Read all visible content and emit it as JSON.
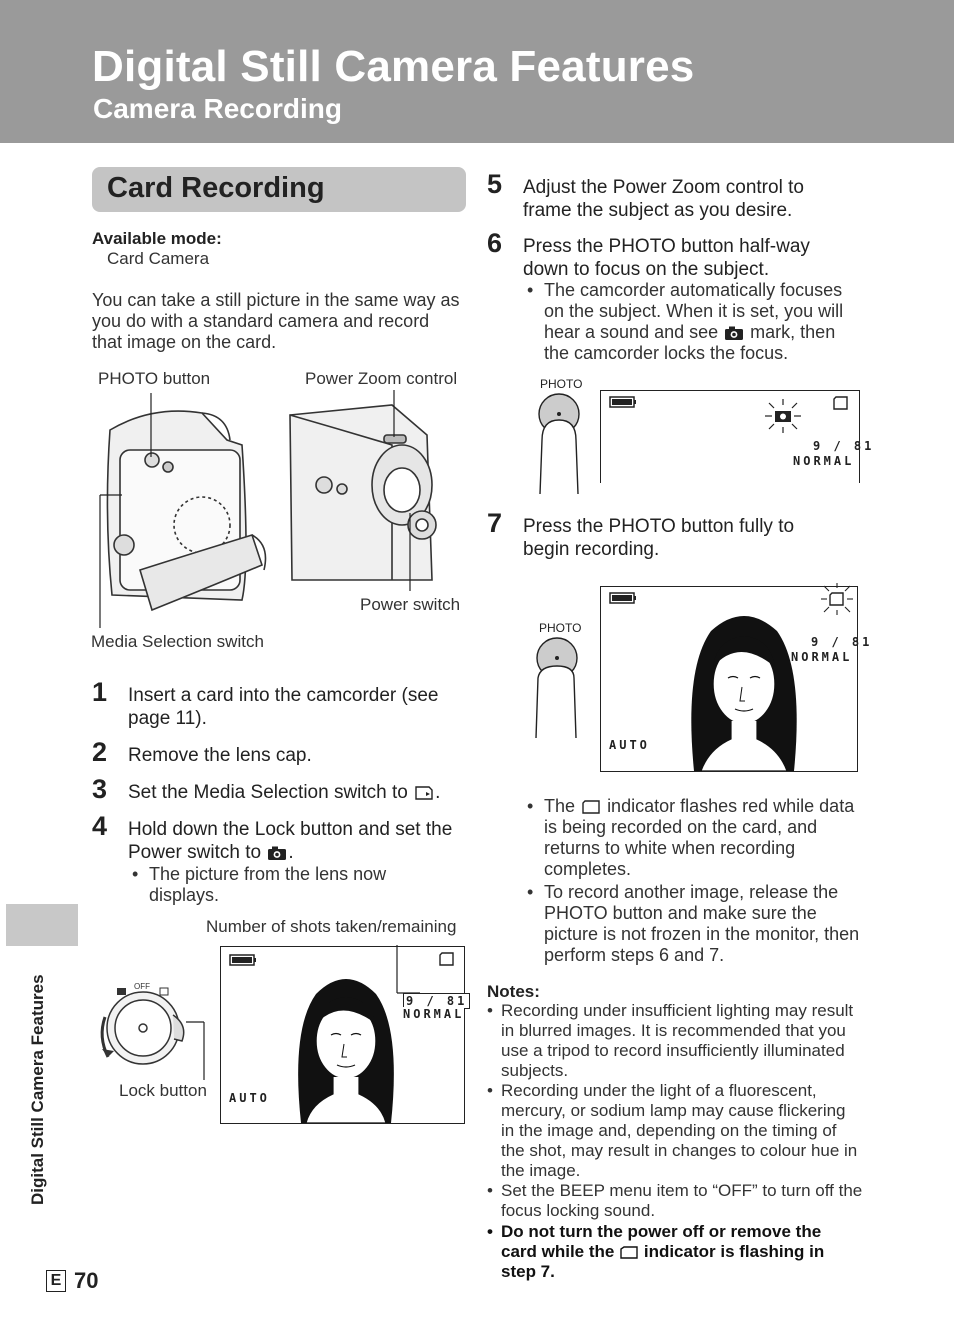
{
  "header": {
    "title": "Digital Still Camera Features",
    "subtitle": "Camera Recording"
  },
  "section": {
    "title": "Card Recording"
  },
  "available": {
    "label": "Available mode:",
    "value": "Card Camera"
  },
  "intro": "You can take a still picture in the same way as you do with a standard camera and record that image on the card.",
  "figure1": {
    "photo_button": "PHOTO button",
    "power_zoom": "Power Zoom control",
    "power_switch": "Power switch",
    "media_switch": "Media Selection switch"
  },
  "steps": [
    {
      "num": "1",
      "text": "Insert a card into the camcorder (see page 11)."
    },
    {
      "num": "2",
      "text": "Remove the lens cap."
    },
    {
      "num": "3",
      "text": "Set the Media Selection switch to",
      "icon": "card-icon",
      "after": "."
    },
    {
      "num": "4",
      "text": "Hold down the Lock button and set the Power switch to",
      "icon": "camera-icon",
      "after": ".",
      "bullet": "The picture from the lens now displays."
    },
    {
      "num": "5",
      "text": "Adjust the Power Zoom control to frame the subject as you desire."
    },
    {
      "num": "6",
      "text": "Press the PHOTO button half-way down to focus on the subject.",
      "bullet_a": "The camcorder automatically focuses on the subject. When it is set, you will hear a sound and see",
      "bullet_icon": "camera-icon",
      "bullet_b": "mark, then the camcorder locks the focus."
    },
    {
      "num": "7",
      "text": "Press the PHOTO button fully to begin recording."
    }
  ],
  "figure2": {
    "shots_label": "Number of shots taken/remaining",
    "lock_button": "Lock button",
    "dial_off": "OFF"
  },
  "osd": {
    "count": "9 / 81",
    "quality": "NORMAL",
    "mode": "AUTO",
    "photo": "PHOTO"
  },
  "bullets7": [
    {
      "a": "The",
      "icon": "card-icon",
      "b": "indicator flashes red while data is being recorded on the card, and returns to white when recording completes."
    },
    {
      "a": "To record another image, release the PHOTO button and make sure the picture is not frozen in the monitor, then perform steps 6 and 7."
    }
  ],
  "notes": {
    "title": "Notes:",
    "items": [
      "Recording under insufficient lighting may result in blurred images. It is recommended that you use a tripod to record insufficiently illuminated subjects.",
      "Recording under the light of a fluorescent, mercury, or sodium lamp may cause flickering in the image and, depending on the timing of the shot, may result in changes to colour hue in the image.",
      "Set the BEEP menu item to “OFF” to turn off the focus locking sound."
    ],
    "bold_a": "Do not turn the power off or remove the card while the",
    "bold_icon": "card-icon",
    "bold_b": "indicator is flashing in step 7."
  },
  "side_label": "Digital Still Camera  Features",
  "page": {
    "lang": "E",
    "number": "70"
  }
}
